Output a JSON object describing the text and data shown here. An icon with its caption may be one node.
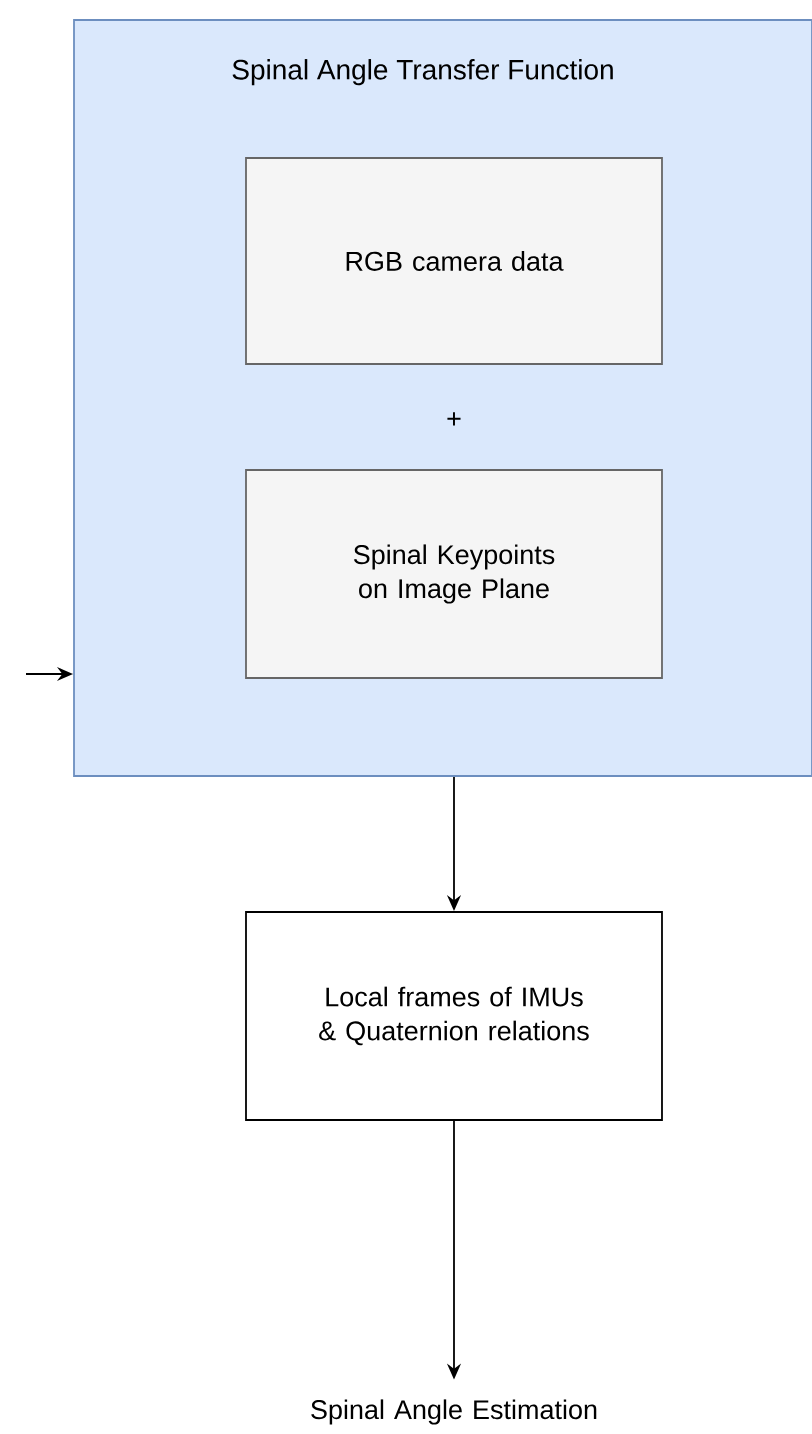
{
  "diagram": {
    "nodes": [
      {
        "text": [
          "Spinal Angle Transfer Function"
        ]
      },
      {
        "text": [
          "RGB camera data"
        ],
        "in": 0
      },
      {
        "text": [
          "Spinal Keypoints on Image Plane"
        ],
        "in": 0
      },
      {
        "text": [
          "Local frames of IMUs & Quaternion relations"
        ]
      },
      {
        "text": [
          "Spinal Angle Estimation"
        ]
      }
    ],
    "edges": [
      {
        "from": null,
        "to": 0,
        "arrow": "to"
      },
      {
        "from": 0,
        "to": 3,
        "arrow": "to"
      },
      {
        "from": 3,
        "to": 4,
        "arrow": "to"
      }
    ],
    "labels": [
      "+"
    ]
  }
}
